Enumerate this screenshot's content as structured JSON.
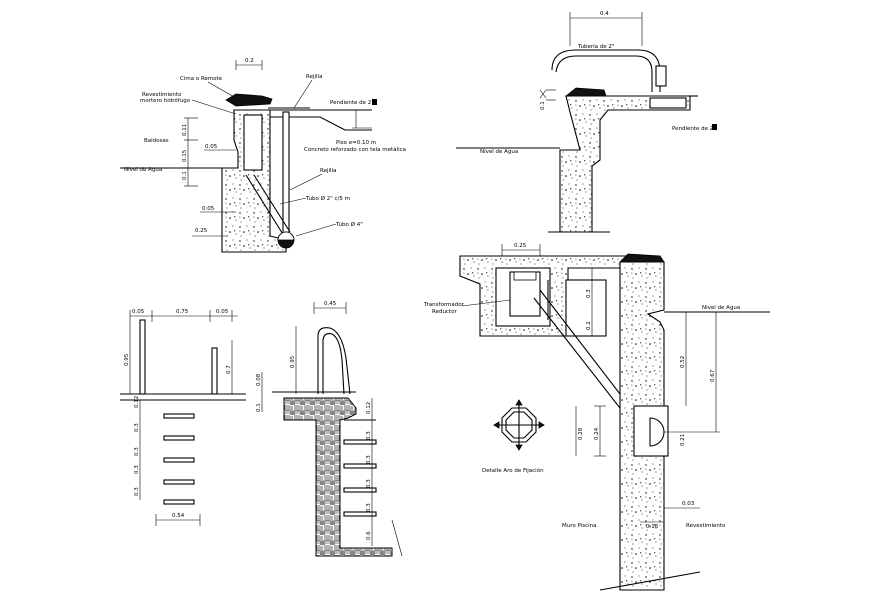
{
  "labels": {
    "cima_remote": "Cima o Remote",
    "revestimiento_mortero": "Revestimiento\nmortero hidrófugo",
    "rejilla_top": "Rejilla",
    "pendiente_top": "Pendiente de 2",
    "baldosas": "Baldosas",
    "piso": "Piso e=0.10 m",
    "concreto": "Concreto reforzado con tela metálica",
    "nivel_agua_1": "Nivel de Agua",
    "rejilla_mid": "Rejilla",
    "tubo_2": "Tubo Ø 2\" c/5 m",
    "tubo_4": "Tubo Ø 4\"",
    "tuberia_2": "Tubería de 2\"",
    "pendiente_right": "Pendiente de 2",
    "nivel_agua_2": "Nivel de Agua",
    "transformador": "Transformador\nReductor",
    "nivel_agua_3": "Nivel de Agua",
    "detalle_aro": "Detalle Aro de Fijación",
    "muro_piscina": "Muro Piscina",
    "revestimiento_light": "Revestimiento"
  },
  "dims": {
    "d_02": "0.2",
    "d_011": "0.11",
    "d_015": "0.15",
    "d_05a": "0.05",
    "d_01a": "0.1",
    "d_005a": "0.05",
    "d_025a": "0.25",
    "d_04": "0.4",
    "d_01b": "0.1",
    "d_005l": "0.05",
    "d_075": "0.75",
    "d_005r": "0.05",
    "d_095a": "0.95",
    "d_07": "0.7",
    "d_012": "0.12",
    "d_03a": "0.3",
    "d_03b": "0.3",
    "d_03c": "0.3",
    "d_03d": "0.3",
    "d_054": "0.54",
    "d_045": "0.45",
    "d_095b": "0.95",
    "d_008": "0.08",
    "d_01c": "0.1",
    "d_012b": "0.12",
    "d_03e": "0.3",
    "d_03f": "0.3",
    "d_03g": "0.3",
    "d_03h": "0.3",
    "d_06": "0.6",
    "d_025b": "0.25",
    "d_03i": "0.3",
    "d_02b": "0.2",
    "d_052": "0.52",
    "d_067": "0.67",
    "d_028": "0.28",
    "d_024": "0.24",
    "d_021": "0.21",
    "d_003": "0.03",
    "d_016": "0.16"
  }
}
